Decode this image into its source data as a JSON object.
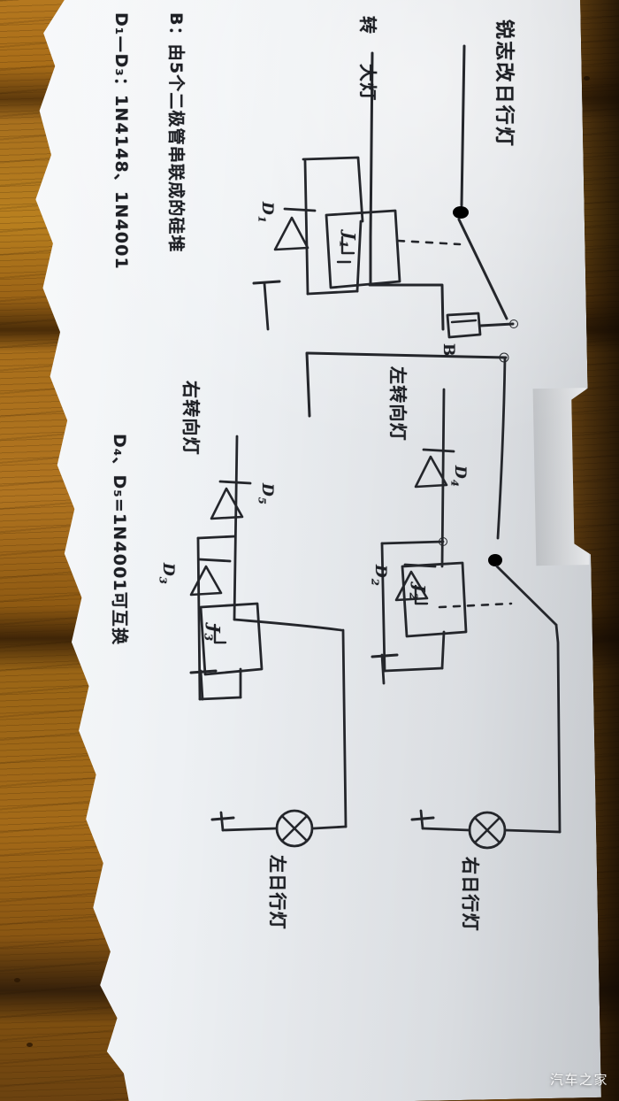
{
  "image": {
    "kind": "photo-of-handwritten-circuit-diagram",
    "surface": "wooden table",
    "paper": "torn white sheet",
    "orientation_note": "handwriting runs vertically (sheet photographed rotated 90 degrees)"
  },
  "colors": {
    "wood": "#a96d18",
    "wood_dark": "#3f2507",
    "paper": "#eef1f4",
    "ink": "#24262b",
    "watermark": "#ffffff"
  },
  "diagram": {
    "title": "锐志改日行灯",
    "notes": [
      "B：由5个二极管串联成的硅堆",
      "D₁—D₃：1N4148、1N4001",
      "D₄、D₅=1N4001可互换"
    ],
    "note_lines": {
      "b_note": "B：由5个二极管串联成的硅堆",
      "d13_note": "D₁—D₃：1N4148、1N4001",
      "d45_note": "D₄、D₅=1N4001可互换"
    },
    "source_labels": {
      "turn": "转",
      "headlight": "大灯"
    },
    "components": [
      {
        "id": "D1",
        "label": "D",
        "sub": "1",
        "type": "diode"
      },
      {
        "id": "D2",
        "label": "D",
        "sub": "2",
        "type": "diode"
      },
      {
        "id": "D3",
        "label": "D",
        "sub": "3",
        "type": "diode"
      },
      {
        "id": "D4",
        "label": "D",
        "sub": "4",
        "type": "diode"
      },
      {
        "id": "D5",
        "label": "D",
        "sub": "5",
        "type": "diode"
      },
      {
        "id": "J1",
        "label": "J",
        "sub": "1",
        "type": "relay-coil"
      },
      {
        "id": "J2",
        "label": "J",
        "sub": "2",
        "type": "relay-coil"
      },
      {
        "id": "J3",
        "label": "J",
        "sub": "3",
        "type": "relay-coil"
      },
      {
        "id": "B",
        "label": "B",
        "sub": "",
        "type": "diode-stack"
      }
    ],
    "signal_labels": {
      "left_turn": "左转向灯",
      "right_turn": "右转向灯"
    },
    "lamps": [
      {
        "id": "lamp-left",
        "label": "左日行灯"
      },
      {
        "id": "lamp-right",
        "label": "右日行灯"
      }
    ]
  },
  "watermark": {
    "text": "汽车之家"
  }
}
